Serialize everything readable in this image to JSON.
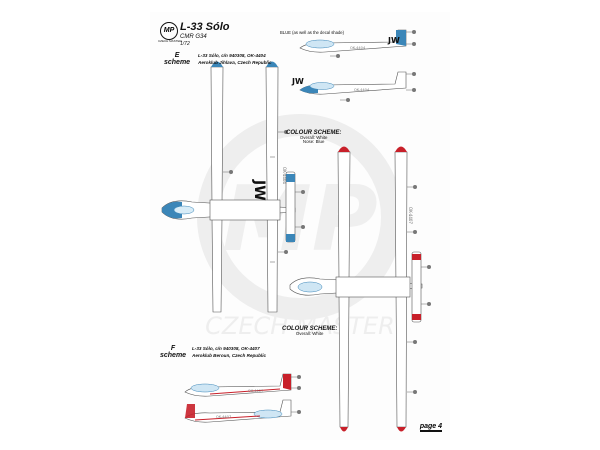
{
  "brand": {
    "logo_text": "MP",
    "maker": "CZECH MASTER"
  },
  "header": {
    "model": "L-33 Sólo",
    "kit": "CMR G34",
    "scale": "1/72"
  },
  "scheme_e": {
    "letter": "E",
    "word": "scheme",
    "line1": "L-33 Sólo, c/n 940308, OK-4404",
    "line2": "Aeroklub Jihlava, Czech Republic"
  },
  "scheme_f": {
    "letter": "F",
    "word": "scheme",
    "line1": "L-33 Sólo, c/n 940308, OK-4407",
    "line2": "Aeroklub Beroun, Czech Republic"
  },
  "colour_e": {
    "title": "COLOUR SCHEME:",
    "line1": "Overall: White",
    "line2": "Nose: Blue"
  },
  "colour_f": {
    "title": "COLOUR SCHEME:",
    "line1": "Overall: White"
  },
  "blue_note": "BLUE (as well as the decal shade)",
  "markings": {
    "tail_code": "JW",
    "reg_e": "OK-4404",
    "reg_f": "OK-4407",
    "wing_reg": "OK-4404"
  },
  "page_label": "page 4",
  "colors": {
    "blue": "#3b86b8",
    "red": "#c8202a",
    "outline": "#555555"
  }
}
